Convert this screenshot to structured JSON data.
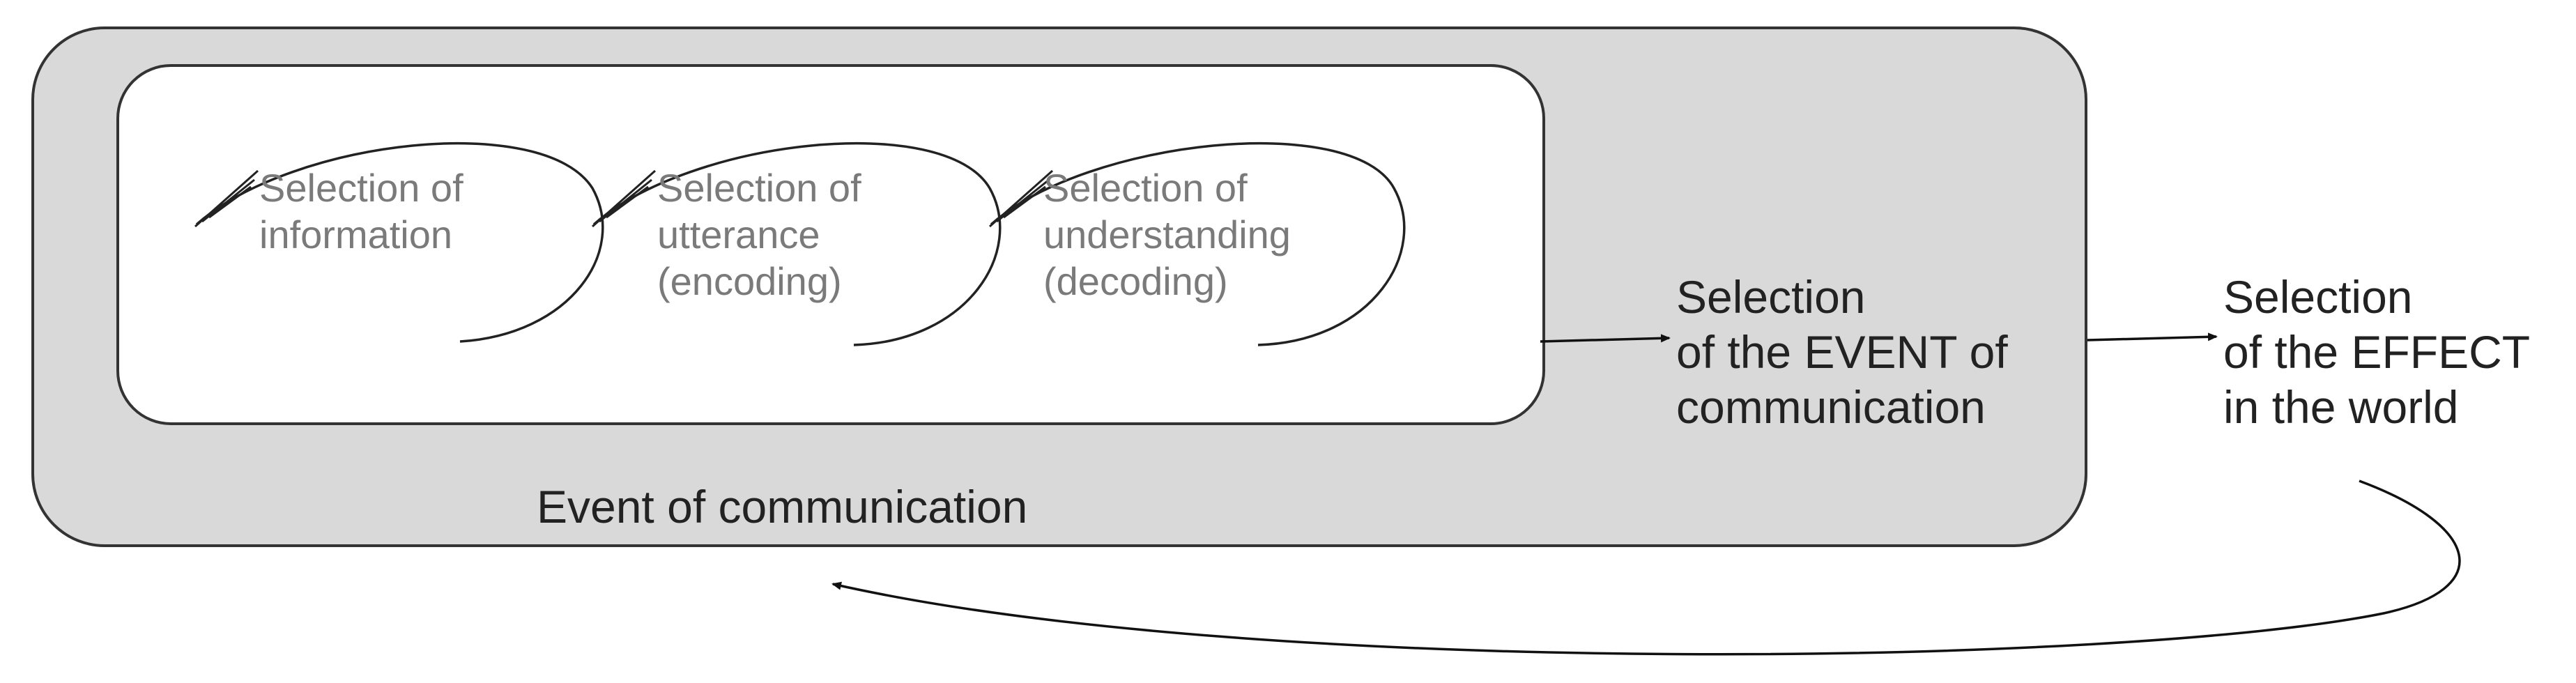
{
  "inner_steps": [
    {
      "text": "Selection of\ninformation"
    },
    {
      "text": "Selection of\nutterance\n(encoding)"
    },
    {
      "text": "Selection of\nunderstanding\n(decoding)"
    }
  ],
  "event_label": "Event of communication",
  "selection_event": "Selection\nof the EVENT of\ncommunication",
  "selection_effect": "Selection\nof the EFFECT\nin the world",
  "colors": {
    "outer_fill": "#d9d9d9",
    "inner_fill": "#ffffff",
    "line": "#333333",
    "inner_text": "#7a7a7a",
    "outer_text": "#222222"
  }
}
